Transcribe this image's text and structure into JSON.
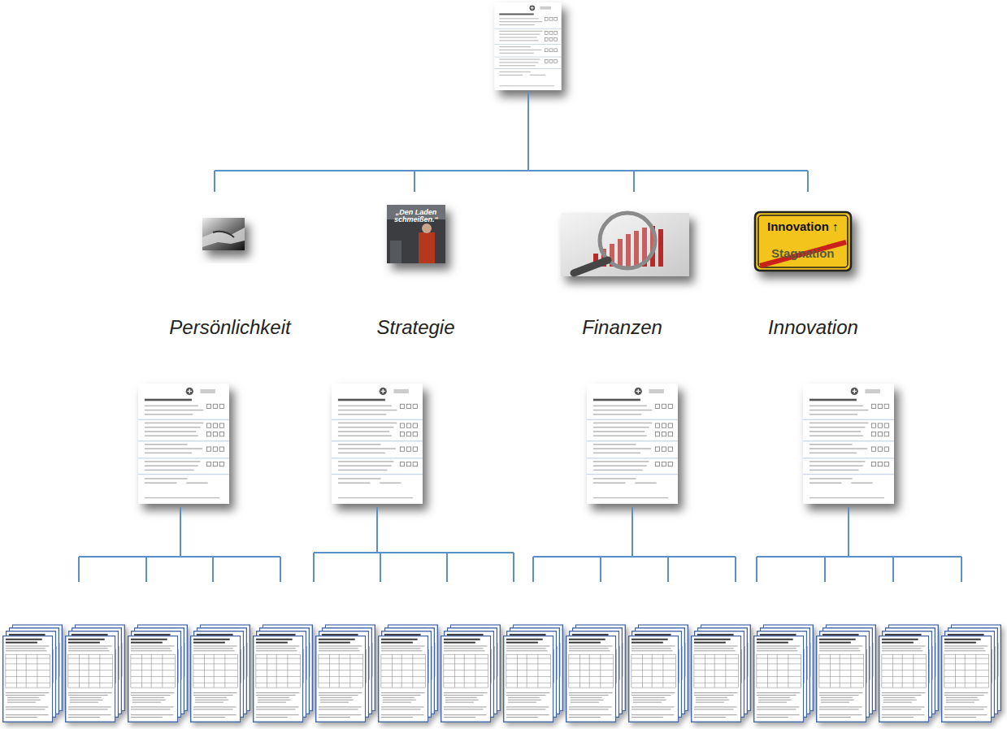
{
  "diagram": {
    "nodes": [
      {
        "text": [
          "Persönlichkeit"
        ]
      },
      {
        "text": [
          "Strategie"
        ]
      },
      {
        "text": [
          "Finanzen"
        ]
      },
      {
        "text": [
          "Innovation"
        ]
      }
    ],
    "labels": [
      "„Den Laden schmeißen.“",
      "Innovation ↑",
      "Stagnation"
    ]
  }
}
